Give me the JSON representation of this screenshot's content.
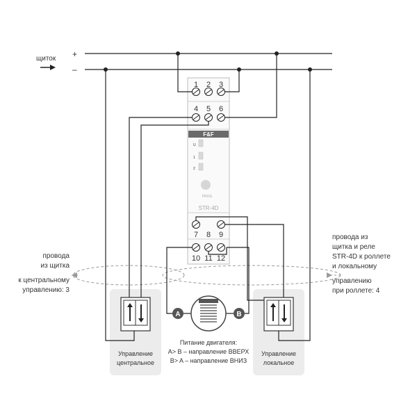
{
  "supply": {
    "label": "щиток",
    "plus": "+",
    "minus": "–"
  },
  "device": {
    "brand": "F&F",
    "model": "STR-4D",
    "prog_label": "PROG",
    "led_labels": [
      "U",
      "1",
      "2"
    ],
    "top_terminals_row1": [
      "1",
      "2",
      "3"
    ],
    "top_terminals_row2": [
      "4",
      "5",
      "6"
    ],
    "bottom_terminals_row1": [
      "7",
      "8",
      "9"
    ],
    "bottom_terminals_row2": [
      "10",
      "11",
      "12"
    ]
  },
  "left_note": {
    "lines": [
      "провода",
      "из щитка",
      "к центральному",
      "управлению: 3"
    ]
  },
  "right_note": {
    "lines": [
      "провода из",
      "щитка и реле",
      "STR-4D к роллете",
      "и локальному",
      "управлению",
      "при роллете: 4"
    ]
  },
  "motor": {
    "terminal_a": "A",
    "terminal_b": "B",
    "title": "Питание двигателя:",
    "line1": "A> B – направление ВВЕРХ",
    "line2": "B> A – направление ВНИЗ"
  },
  "switch_central": {
    "lines": [
      "Управление",
      "центральное"
    ]
  },
  "switch_local": {
    "lines": [
      "Управление",
      "локальное"
    ]
  }
}
